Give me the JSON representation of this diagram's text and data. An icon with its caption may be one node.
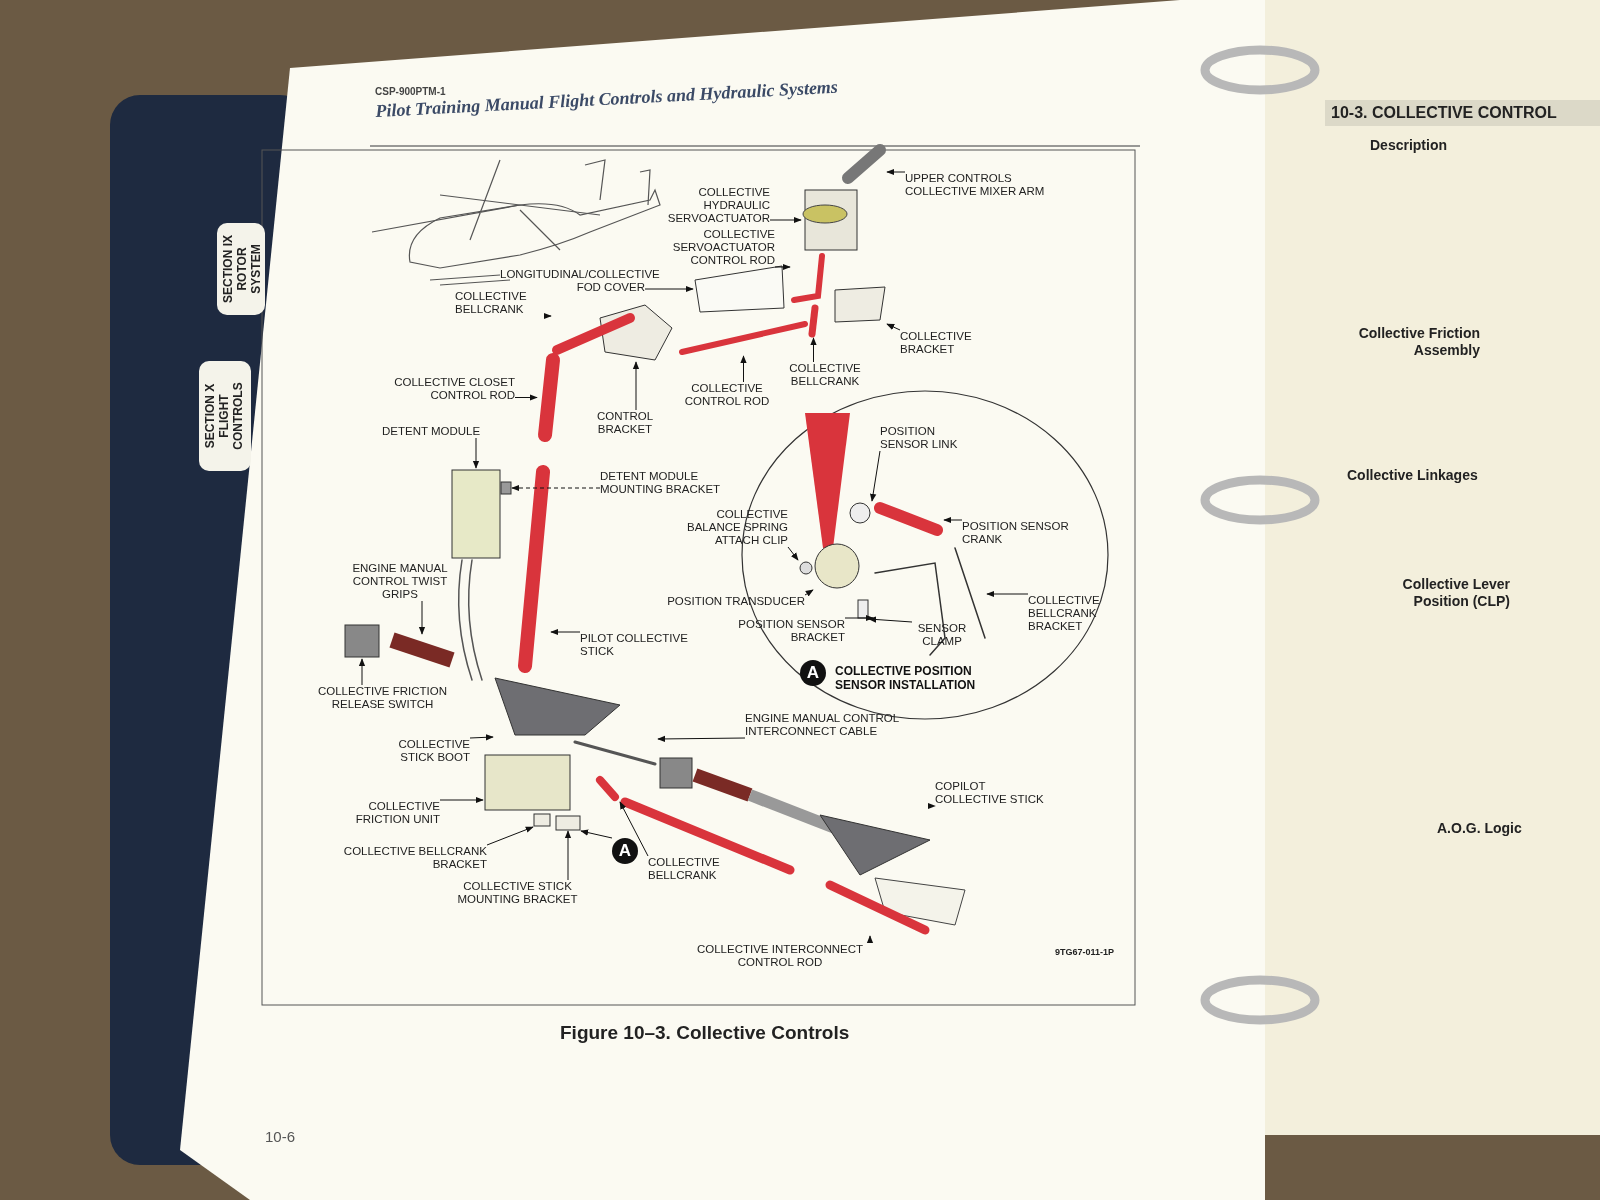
{
  "diagram": {
    "title": "Pilot Training Manual Flight Controls and Hydraulic Systems",
    "caption": "Figure 10–3. Collective Controls",
    "nodes": [
      {
        "text": [
          "UPPER CONTROLS COLLECTIVE MIXER ARM"
        ]
      },
      {
        "text": [
          "COLLECTIVE HYDRAULIC SERVOACTUATOR"
        ]
      },
      {
        "text": [
          "COLLECTIVE SERVOACTUATOR CONTROL ROD"
        ]
      },
      {
        "text": [
          "LONGITUDINAL/COLLECTIVE FOD COVER"
        ]
      },
      {
        "text": [
          "COLLECTIVE BELLCRANK"
        ]
      },
      {
        "text": [
          "COLLECTIVE CLOSET CONTROL ROD"
        ]
      },
      {
        "text": [
          "CONTROL BRACKET"
        ]
      },
      {
        "text": [
          "COLLECTIVE CONTROL ROD"
        ]
      },
      {
        "text": [
          "COLLECTIVE BRACKET"
        ]
      },
      {
        "text": [
          "COLLECTIVE BELLCRANK"
        ]
      },
      {
        "text": [
          "DETENT MODULE"
        ]
      },
      {
        "text": [
          "DETENT MODULE MOUNTING BRACKET"
        ]
      },
      {
        "text": [
          "ENGINE MANUAL CONTROL TWIST GRIPS"
        ]
      },
      {
        "text": [
          "COLLECTIVE FRICTION RELEASE SWITCH"
        ]
      },
      {
        "text": [
          "PILOT COLLECTIVE STICK"
        ]
      },
      {
        "text": [
          "COLLECTIVE POSITION SENSOR INSTALLATION"
        ]
      },
      {
        "text": [
          "A"
        ],
        "in": 15
      },
      {
        "text": [
          "POSITION SENSOR LINK"
        ],
        "in": 15
      },
      {
        "text": [
          "COLLECTIVE BALANCE SPRING ATTACH CLIP"
        ]
      },
      {
        "text": [
          "POSITION SENSOR CRANK"
        ],
        "in": 15
      },
      {
        "text": [
          "POSITION TRANSDUCER"
        ]
      },
      {
        "text": [
          "POSITION SENSOR BRACKET"
        ],
        "in": 15
      },
      {
        "text": [
          "SENSOR CLAMP"
        ],
        "in": 15
      },
      {
        "text": [
          "COLLECTIVE BELLCRANK BRACKET"
        ],
        "in": 15
      },
      {
        "text": [
          "COLLECTIVE STICK BOOT"
        ]
      },
      {
        "text": [
          "ENGINE MANUAL CONTROL INTERCONNECT CABLE"
        ]
      },
      {
        "text": [
          "COPILOT COLLECTIVE STICK"
        ]
      },
      {
        "text": [
          "COLLECTIVE FRICTION UNIT"
        ]
      },
      {
        "text": [
          "COLLECTIVE BELLCRANK BRACKET"
        ]
      },
      {
        "text": [
          "COLLECTIVE BELLCRANK"
        ]
      },
      {
        "text": [
          "COLLECTIVE STICK MOUNTING BRACKET"
        ]
      },
      {
        "text": [
          "A"
        ]
      },
      {
        "text": [
          "COLLECTIVE INTERCONNECT CONTROL ROD"
        ]
      },
      {
        "text": [],
        "shape": "picture"
      },
      {
        "text": [],
        "shape": "picture"
      },
      {
        "text": [],
        "shape": "picture"
      },
      {
        "text": [],
        "shape": "box"
      },
      {
        "text": [],
        "shape": "box"
      },
      {
        "text": [],
        "shape": "picture"
      },
      {
        "text": [],
        "shape": "picture"
      },
      {
        "text": [],
        "shape": "picture"
      },
      {
        "text": [],
        "shape": "picture"
      },
      {
        "text": [],
        "shape": "picture"
      },
      {
        "text": [],
        "shape": "picture"
      },
      {
        "text": [],
        "shape": "picture"
      },
      {
        "text": [],
        "shape": "box"
      },
      {
        "text": [],
        "shape": "picture"
      },
      {
        "text": [],
        "shape": "box"
      },
      {
        "text": [],
        "shape": "picture"
      },
      {
        "text": [],
        "shape": "box"
      },
      {
        "text": [],
        "shape": "box"
      },
      {
        "text": [],
        "shape": "box"
      },
      {
        "text": [],
        "shape": "picture"
      },
      {
        "text": [],
        "shape": "picture"
      },
      {
        "text": [],
        "shape": "picture"
      },
      {
        "text": [],
        "shape": "picture"
      },
      {
        "text": [],
        "shape": "circle",
        "in": 15
      },
      {
        "text": [],
        "shape": "circle",
        "in": 15
      },
      {
        "text": [],
        "shape": "picture",
        "in": 15
      },
      {
        "text": [],
        "shape": "circle",
        "in": 15
      },
      {
        "text": [],
        "shape": "picture",
        "in": 15
      },
      {
        "text": [],
        "shape": "box",
        "in": 15
      },
      {
        "text": [],
        "shape": "picture",
        "in": 15
      }
    ],
    "edges": [
      {
        "from": 0,
        "to": 33,
        "arrow": "to"
      },
      {
        "from": 1,
        "to": 34,
        "arrow": "to"
      },
      {
        "from": 2,
        "to": 35,
        "arrow": "to"
      },
      {
        "from": 3,
        "to": 36,
        "arrow": "to"
      },
      {
        "from": 4,
        "to": 41,
        "arrow": "to"
      },
      {
        "from": 5,
        "to": 42,
        "arrow": "to"
      },
      {
        "from": 6,
        "to": 40,
        "arrow": "to"
      },
      {
        "from": 7,
        "to": 39,
        "arrow": "to"
      },
      {
        "from": 8,
        "to": 37,
        "arrow": "to"
      },
      {
        "from": 9,
        "to": 38,
        "arrow": "to"
      },
      {
        "from": 10,
        "to": 44,
        "arrow": "to"
      },
      {
        "from": 11,
        "to": 45,
        "arrow": "to",
        "style": "dashed"
      },
      {
        "from": 12,
        "to": 46,
        "arrow": "to"
      },
      {
        "from": 13,
        "to": 47,
        "arrow": "to"
      },
      {
        "from": 14,
        "to": 43,
        "arrow": "to"
      },
      {
        "from": 17,
        "to": 56,
        "arrow": "to"
      },
      {
        "from": 18,
        "to": 57,
        "arrow": "to"
      },
      {
        "from": 19,
        "to": 58,
        "arrow": "to"
      },
      {
        "from": 20,
        "to": 59,
        "arrow": "to"
      },
      {
        "from": 21,
        "to": 60,
        "arrow": "to"
      },
      {
        "from": 22,
        "to": 61,
        "arrow": "to"
      },
      {
        "from": 23,
        "to": 62,
        "arrow": "to"
      },
      {
        "from": 24,
        "to": 48,
        "arrow": "to"
      },
      {
        "from": 25,
        "to": 52,
        "arrow": "to"
      },
      {
        "from": 26,
        "to": 53,
        "arrow": "to"
      },
      {
        "from": 27,
        "to": 49,
        "arrow": "to"
      },
      {
        "from": 28,
        "to": 50,
        "arrow": "to"
      },
      {
        "from": 29,
        "to": 54,
        "arrow": "to"
      },
      {
        "from": 30,
        "to": 51,
        "arrow": "to"
      },
      {
        "from": 31,
        "to": 51,
        "arrow": "to"
      },
      {
        "from": 32,
        "to": 55,
        "arrow": "to"
      }
    ],
    "labels": [
      "CSP-900PTM-1",
      "SECTION IX ROTOR SYSTEM",
      "SECTION X FLIGHT CONTROLS",
      "9TG67-011-1P",
      "10-6",
      "10-3. COLLECTIVE CONTROL",
      "Description",
      "Collective Friction Assembly",
      "Collective Linkages",
      "Collective Lever Position (CLP)",
      "A.O.G. Logic"
    ]
  }
}
